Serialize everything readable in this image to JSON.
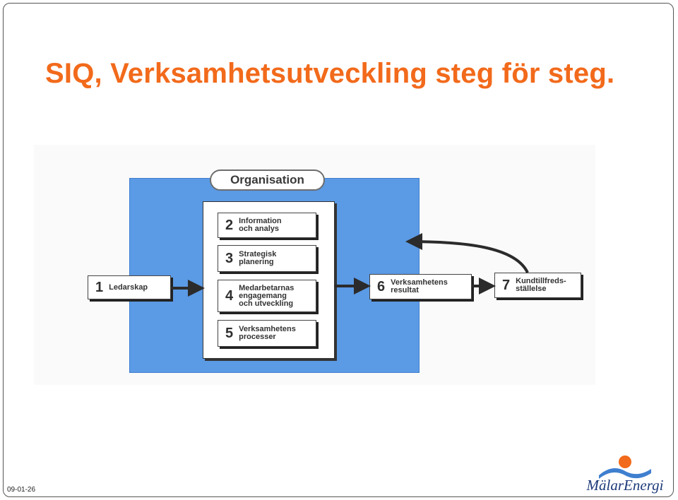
{
  "title": "SIQ, Verksamhetsutveckling steg för steg.",
  "footer": {
    "date": "09-01-26",
    "logo_text": "MälarEnergi"
  },
  "diagram": {
    "organisation_label": "Organisation",
    "boxes": [
      {
        "num": "1",
        "label": "Ledarskap"
      },
      {
        "num": "2",
        "label": "Information\noch analys"
      },
      {
        "num": "3",
        "label": "Strategisk\nplanering"
      },
      {
        "num": "4",
        "label": "Medarbetarnas\nengagemang\noch utveckling"
      },
      {
        "num": "5",
        "label": "Verksamhetens\nprocesser"
      },
      {
        "num": "6",
        "label": "Verksamhetens\nresultat"
      },
      {
        "num": "7",
        "label": "Kundtillfreds-\nställelse"
      }
    ]
  },
  "colors": {
    "title": "#f26a1b",
    "panel": "#5b9ae4",
    "logo_sun": "#f26a1b",
    "logo_wave": "#3f7fcf"
  }
}
